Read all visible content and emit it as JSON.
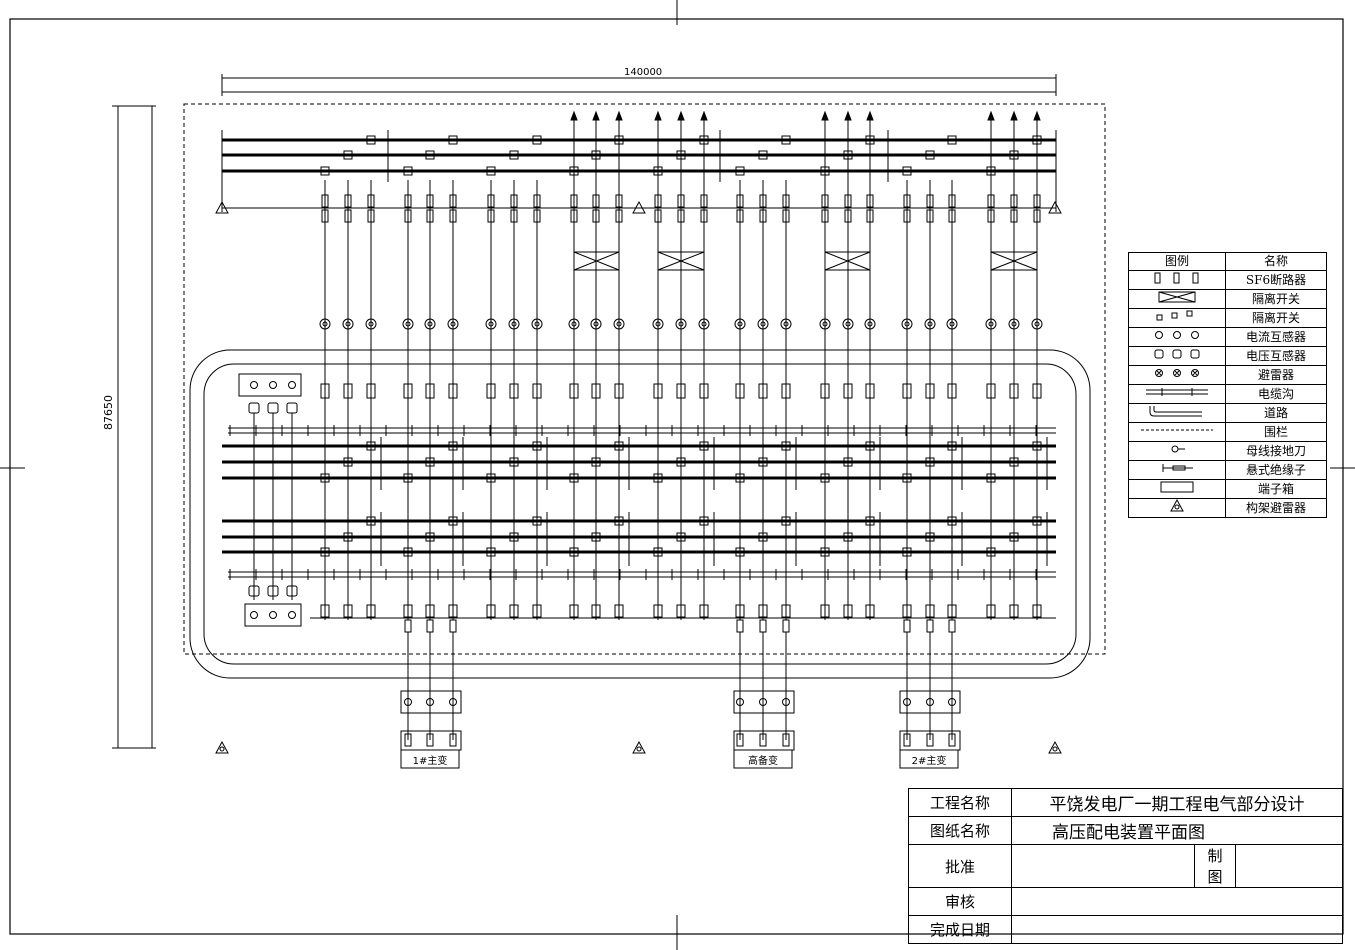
{
  "dimension": {
    "total_width": "140000",
    "total_height": "87650"
  },
  "legend": {
    "header": {
      "symbol": "图例",
      "name": "名称"
    },
    "items": [
      {
        "icon": "breaker-icon",
        "name": "SF6断路器"
      },
      {
        "icon": "disconnector-icon",
        "name": "隔离开关"
      },
      {
        "icon": "disconnector-small-icon",
        "name": "隔离开关"
      },
      {
        "icon": "current-transformer-icon",
        "name": "电流互感器"
      },
      {
        "icon": "voltage-transformer-icon",
        "name": "电压互感器"
      },
      {
        "icon": "arrester-icon",
        "name": "避雷器"
      },
      {
        "icon": "cable-trench-icon",
        "name": "电缆沟"
      },
      {
        "icon": "road-icon",
        "name": "道路"
      },
      {
        "icon": "fence-icon",
        "name": "围栏"
      },
      {
        "icon": "bus-earthing-icon",
        "name": "母线接地刀"
      },
      {
        "icon": "suspension-insulator-icon",
        "name": "悬式绝缘子"
      },
      {
        "icon": "terminal-box-icon",
        "name": "端子箱"
      },
      {
        "icon": "frame-arrester-icon",
        "name": "构架避雷器"
      }
    ]
  },
  "transformers": [
    {
      "label": "1#主变"
    },
    {
      "label": "高备变"
    },
    {
      "label": "2#主变"
    }
  ],
  "title_block": {
    "project_label": "工程名称",
    "project_value": "平饶发电厂一期工程电气部分设计",
    "drawing_label": "图纸名称",
    "drawing_value": "高压配电装置平面图",
    "approve_label": "批准",
    "draw_label": "制图",
    "review_label": "审核",
    "date_label": "完成日期"
  }
}
